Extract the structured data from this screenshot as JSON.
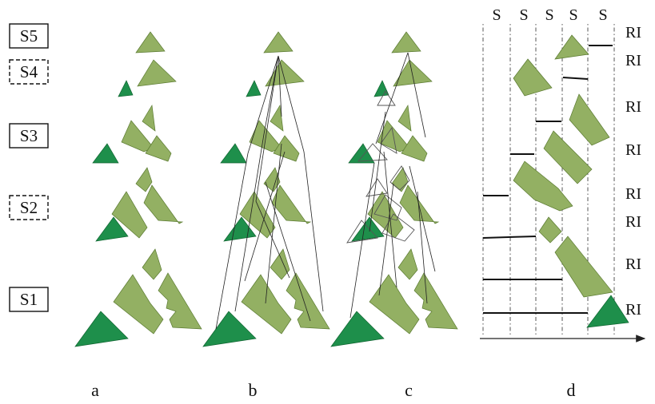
{
  "stages": [
    {
      "label": "S5",
      "style": "solid"
    },
    {
      "label": "S4",
      "style": "dashed"
    },
    {
      "label": "S3",
      "style": "solid"
    },
    {
      "label": "S2",
      "style": "dashed"
    },
    {
      "label": "S1",
      "style": "solid"
    }
  ],
  "panels": [
    "a",
    "b",
    "c",
    "d"
  ],
  "s_labels": [
    "S",
    "S",
    "S",
    "S",
    "S"
  ],
  "ri_labels": [
    "RI",
    "RI",
    "RI",
    "RI",
    "RI",
    "RI",
    "RI",
    "RI"
  ],
  "colors": {
    "light_green": "#93b063",
    "dark_green": "#1e8f4b",
    "line": "#222222"
  }
}
